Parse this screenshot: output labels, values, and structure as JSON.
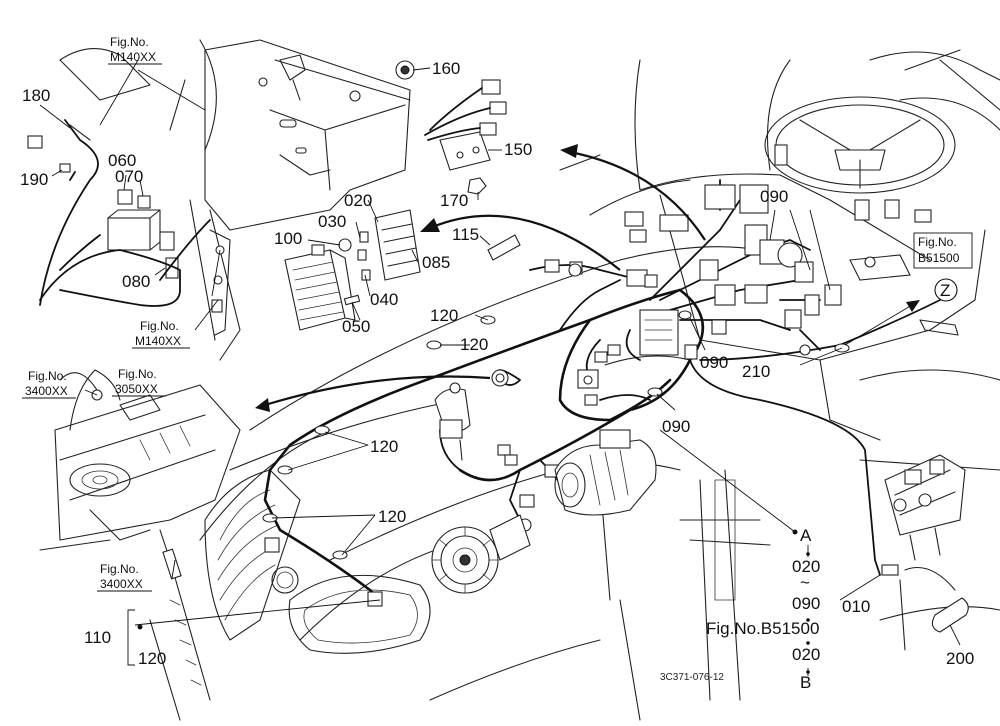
{
  "diagram_code": "3C371-076-12",
  "fig_refs": {
    "m140_top": [
      "Fig.No.",
      "M140XX"
    ],
    "m140_mid": [
      "Fig.No.",
      "M140XX"
    ],
    "f3400_left": [
      "Fig.No.",
      "3400XX"
    ],
    "f3050": [
      "Fig.No.",
      "3050XX"
    ],
    "f3400_bottom": [
      "Fig.No.",
      "3400XX"
    ],
    "b51500_right": [
      "Fig.No.",
      "B51500"
    ],
    "b51500_bottom": "Fig.No.B51500"
  },
  "parts": {
    "p180": "180",
    "p190": "190",
    "p060": "060",
    "p070": "070",
    "p080": "080",
    "p160": "160",
    "p150": "150",
    "p170": "170",
    "p020": "020",
    "p030": "030",
    "p100": "100",
    "p085": "085",
    "p040": "040",
    "p050": "050",
    "p115": "115",
    "p120a": "120",
    "p120b": "120",
    "p120c": "120",
    "p120d": "120",
    "p090a": "090",
    "p090b": "090",
    "p090c": "090",
    "p210": "210",
    "p110": "110",
    "p120e": "120",
    "p010": "010",
    "p200": "200"
  },
  "markers": {
    "z": "Z",
    "a": "A",
    "b": "B",
    "range": [
      "020",
      "~",
      "090",
      "020"
    ]
  }
}
